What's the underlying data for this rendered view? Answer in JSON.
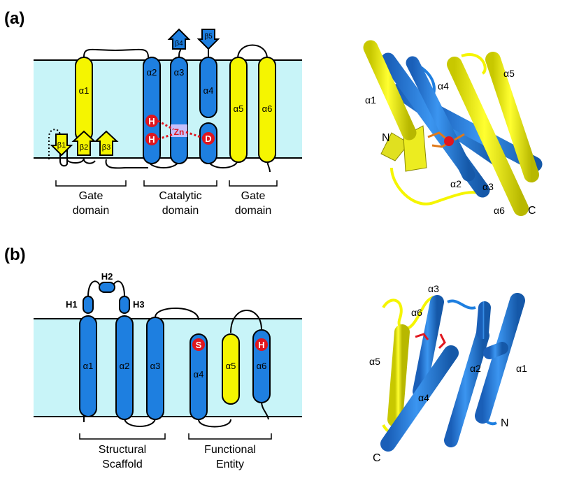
{
  "panel_a": {
    "label": "(a)",
    "helices": [
      "α1",
      "α2",
      "α3",
      "α4",
      "α5",
      "α6"
    ],
    "strands": [
      "β1",
      "β2",
      "β3",
      "β4",
      "β5"
    ],
    "residues": {
      "his1": "H",
      "his2": "H",
      "asp": "D",
      "metal": "Zn"
    },
    "domains": {
      "gate_left": [
        "Gate",
        "domain"
      ],
      "catalytic": [
        "Catalytic",
        "domain"
      ],
      "gate_right": [
        "Gate",
        "domain"
      ]
    },
    "structure_labels": {
      "a1": "α1",
      "a2": "α2",
      "a3": "α3",
      "a4": "α4",
      "a5": "α5",
      "a6": "α6",
      "n": "N",
      "c": "C"
    }
  },
  "panel_b": {
    "label": "(b)",
    "small_helices": [
      "H1",
      "H2",
      "H3"
    ],
    "helices": [
      "α1",
      "α2",
      "α3",
      "α4",
      "α5",
      "α6"
    ],
    "residues": {
      "ser": "S",
      "his": "H"
    },
    "domains": {
      "scaffold": [
        "Structural",
        "Scaffold"
      ],
      "functional": [
        "Functional",
        "Entity"
      ]
    },
    "structure_labels": {
      "a1": "α1",
      "a2": "α2",
      "a3": "α3",
      "a4": "α4",
      "a5": "α5",
      "a6": "α6",
      "n": "N",
      "c": "C"
    }
  },
  "colors": {
    "membrane": "#c8f4f8",
    "blue": "#1e7fe0",
    "yellow": "#f5f500",
    "red": "#e0161e",
    "orange": "#e07a1a",
    "line": "#000000"
  }
}
